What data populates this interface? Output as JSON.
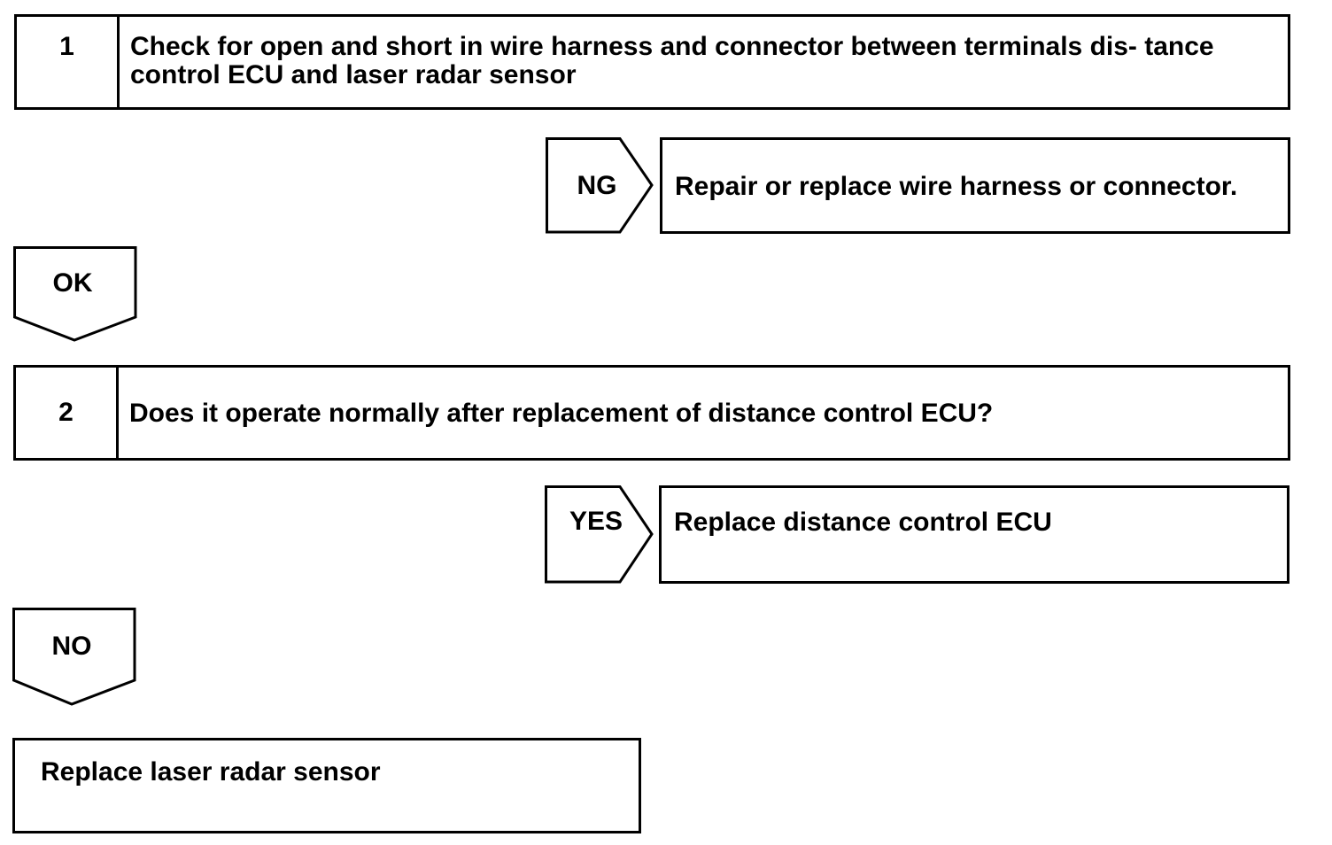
{
  "step1": {
    "number": "1",
    "text": "Check for open and short in wire harness and connector between terminals dis- tance control ECU and laser radar sensor"
  },
  "branch_ng": {
    "label": "NG",
    "result": "Repair or replace wire harness or connector."
  },
  "branch_ok": {
    "label": "OK"
  },
  "step2": {
    "number": "2",
    "text": "Does it operate normally after replacement of distance control ECU?"
  },
  "branch_yes": {
    "label": "YES",
    "result": "Replace distance control ECU"
  },
  "branch_no": {
    "label": "NO"
  },
  "final": {
    "text": "Replace laser radar sensor"
  }
}
